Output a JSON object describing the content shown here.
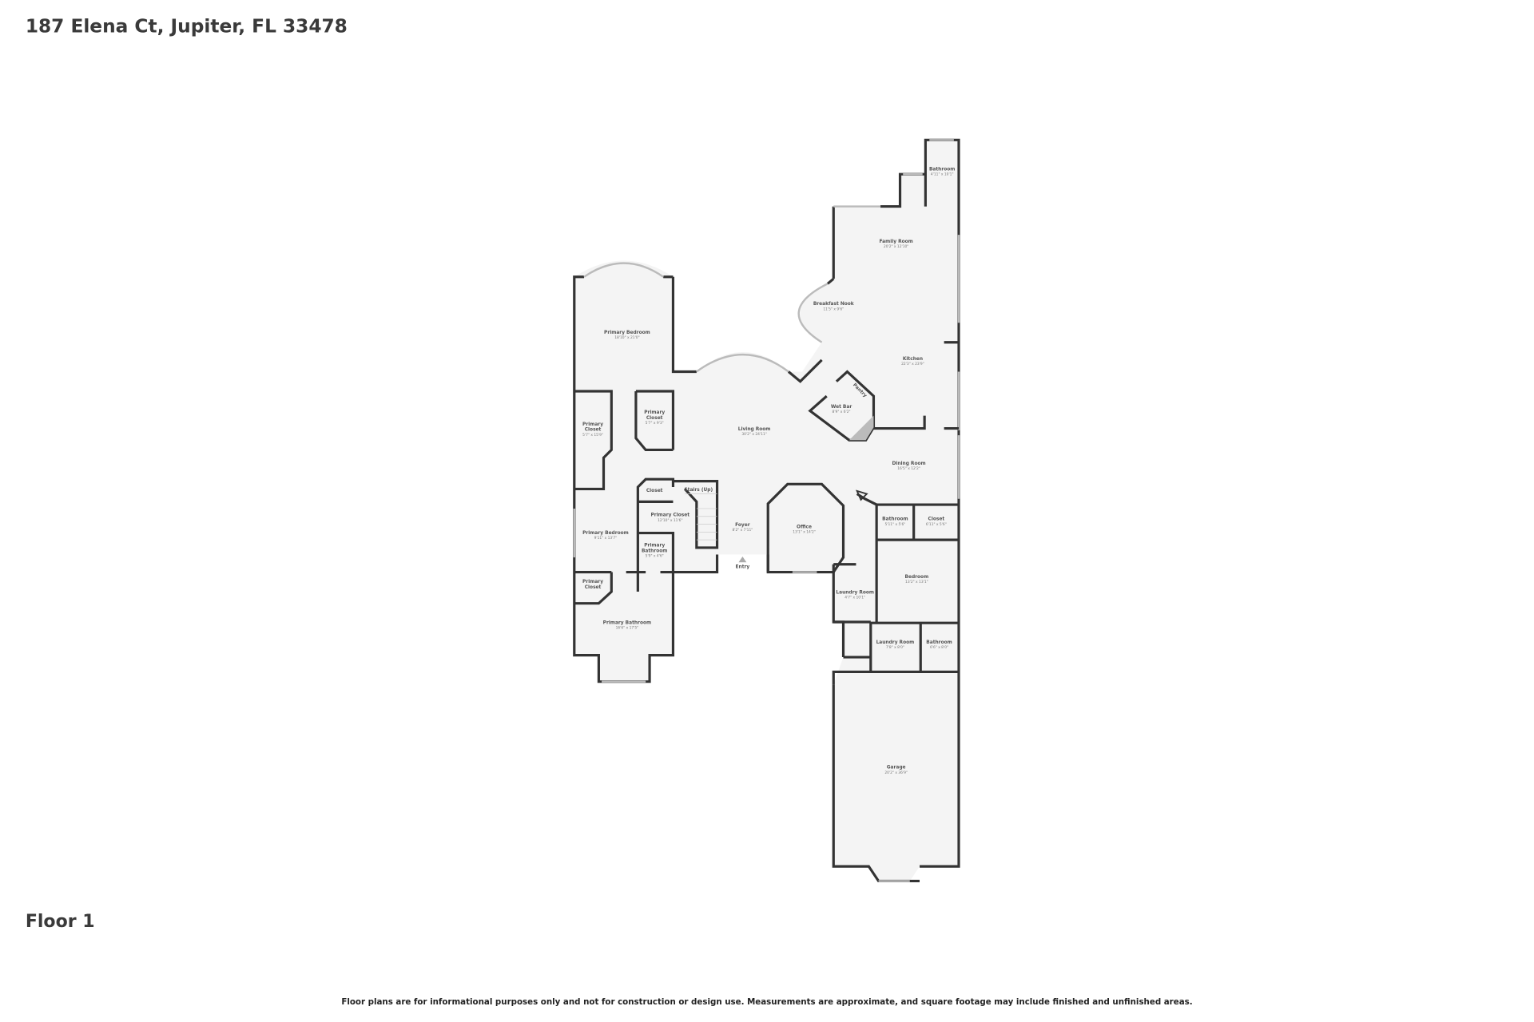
{
  "header": {
    "address": "187 Elena Ct, Jupiter, FL 33478"
  },
  "floor_label": "Floor 1",
  "disclaimer": "Floor plans are for informational purposes only and not for construction or design use. Measurements are approximate, and square footage may include finished and unfinished areas.",
  "colors": {
    "wall": "#333333",
    "floor_fill": "#f4f4f4",
    "window": "#bbbbbb",
    "text": "#3a3a3a"
  },
  "rooms": [
    {
      "name": "Bathroom",
      "dim": "4'11\" x 10'1\""
    },
    {
      "name": "Family Room",
      "dim": "20'2\" x 12'10\""
    },
    {
      "name": "Breakfast Nook",
      "dim": "11'5\" x 9'6\""
    },
    {
      "name": "Kitchen",
      "dim": "22'3\" x 23'9\""
    },
    {
      "name": "Wet Bar",
      "dim": "8'9\" x 6'2\""
    },
    {
      "name": "Pantry",
      "dim": ""
    },
    {
      "name": "Living Room",
      "dim": "30'2\" x 24'11\""
    },
    {
      "name": "Primary Bedroom",
      "dim": "18'10\" x 21'0\""
    },
    {
      "name": "Primary Closet",
      "dim": "5'7\" x 9'3\""
    },
    {
      "name": "Primary Closet",
      "dim": "5'7\" x 15'9\""
    },
    {
      "name": "Dining Room",
      "dim": "16'5\" x 12'2\""
    },
    {
      "name": "Closet",
      "dim": ""
    },
    {
      "name": "Stairs (Up)",
      "dim": ""
    },
    {
      "name": "Primary Closet",
      "dim": "12'10\" x 11'6\""
    },
    {
      "name": "Foyer",
      "dim": "8'2\" x 7'11\""
    },
    {
      "name": "Office",
      "dim": "13'1\" x 14'2\""
    },
    {
      "name": "Bathroom",
      "dim": "5'11\" x 5'6\""
    },
    {
      "name": "Closet",
      "dim": "6'11\" x 5'6\""
    },
    {
      "name": "Primary Bedroom",
      "dim": "9'11\" x 13'7\""
    },
    {
      "name": "Primary Bathroom",
      "dim": "5'9\" x 4'6\""
    },
    {
      "name": "Entry",
      "dim": ""
    },
    {
      "name": "Bedroom",
      "dim": "13'2\" x 13'1\""
    },
    {
      "name": "Laundry Room",
      "dim": "4'7\" x 10'1\""
    },
    {
      "name": "Primary Closet",
      "dim": ""
    },
    {
      "name": "Primary Bathroom",
      "dim": "16'6\" x 17'5\""
    },
    {
      "name": "Laundry Room",
      "dim": "7'8\" x 8'0\""
    },
    {
      "name": "Bathroom",
      "dim": "6'6\" x 8'0\""
    },
    {
      "name": "Garage",
      "dim": "20'2\" x 36'9\""
    }
  ]
}
